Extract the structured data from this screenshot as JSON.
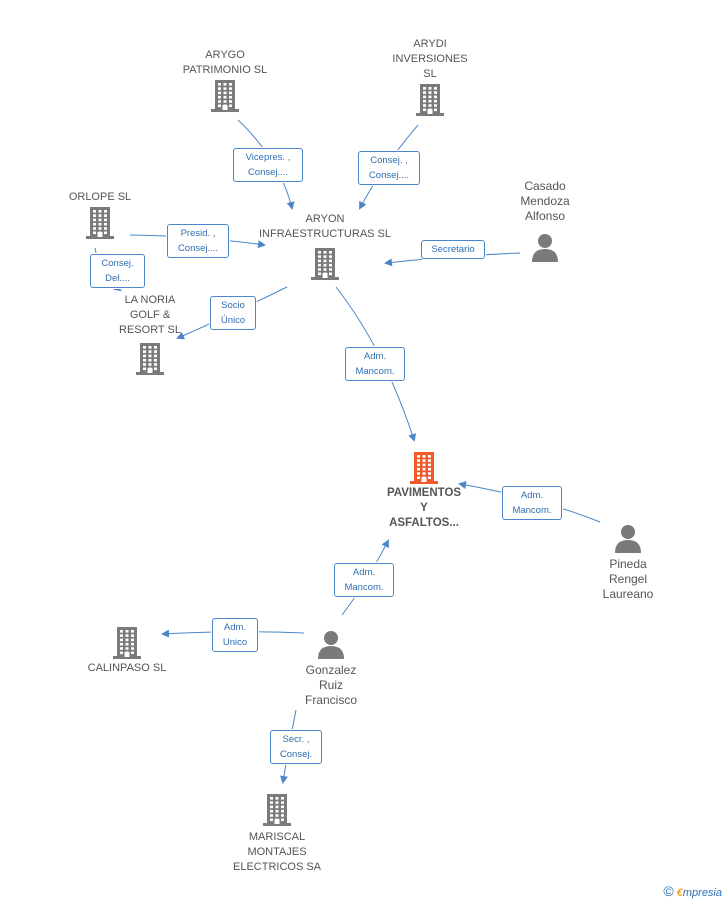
{
  "colors": {
    "company": "#7a7a7a",
    "main_company": "#f05a28",
    "person": "#7a7a7a",
    "edge": "#4a86c8",
    "badge_text": "#2f6fb3"
  },
  "nodes": {
    "arygo": {
      "label": "ARYGO\nPATRIMONIO SL",
      "icon": "building-icon"
    },
    "arydi": {
      "label": "ARYDI\nINVERSIONES\nSL",
      "icon": "building-icon"
    },
    "orlope": {
      "label": "ORLOPE SL",
      "icon": "building-icon"
    },
    "aryon": {
      "label": "ARYON\nINFRAESTRUCTURAS SL",
      "icon": "building-icon"
    },
    "casado": {
      "label": "Casado\nMendoza\nAlfonso",
      "icon": "person-icon"
    },
    "lanoria": {
      "label": "LA NORIA\nGOLF &\nRESORT SL",
      "icon": "building-icon"
    },
    "pavimentos": {
      "label": "PAVIMENTOS\nY\nASFALTOS...",
      "icon": "building-icon"
    },
    "pineda": {
      "label": "Pineda\nRengel\nLaureano",
      "icon": "person-icon"
    },
    "calinpaso": {
      "label": "CALINPASO SL",
      "icon": "building-icon"
    },
    "gonzalez": {
      "label": "Gonzalez\nRuiz\nFrancisco",
      "icon": "person-icon"
    },
    "mariscal": {
      "label": "MARISCAL\nMONTAJES\nELECTRICOS SA",
      "icon": "building-icon"
    }
  },
  "edges": {
    "arygo_aryon": "Vicepres. ,\nConsej....",
    "arydi_aryon": "Consej. ,\nConsej....",
    "orlope_aryon": "Presid. ,\nConsej....",
    "orlope_lanoria": "Consej.\nDel....",
    "casado_aryon": "Secretario",
    "aryon_lanoria": "Socio\nÚnico",
    "aryon_pavimentos": "Adm.\nMancom.",
    "pineda_pavimentos": "Adm.\nMancom.",
    "gonzalez_pavimentos": "Adm.\nMancom.",
    "gonzalez_calinpaso": "Adm.\nUnico",
    "gonzalez_mariscal": "Secr. ,\nConsej."
  },
  "footer": {
    "copyright": "©",
    "brand_first": "€",
    "brand_rest": "mpresia"
  }
}
